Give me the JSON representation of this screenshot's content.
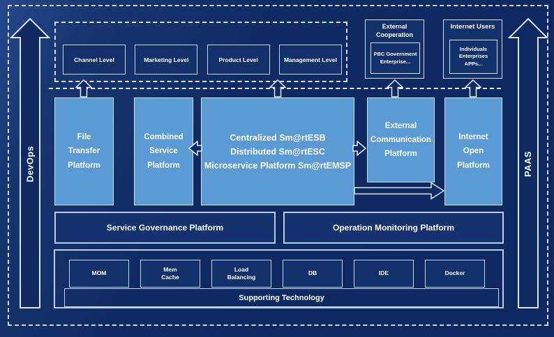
{
  "colors": {
    "background": "#0f2a63",
    "panel_fill": "#5b9bd5",
    "panel_border": "#cfe2f5",
    "dark_box_border": "#b9cde9",
    "dashed_line": "#e6edf8",
    "text": "#ffffff"
  },
  "rails": {
    "left_label": "DevOps",
    "right_label": "PAAS"
  },
  "levels": {
    "items": [
      {
        "label": "Channel Level"
      },
      {
        "label": "Marketing Level"
      },
      {
        "label": "Product Level"
      },
      {
        "label": "Management Level"
      }
    ]
  },
  "external_cooperation": {
    "title": "External\nCooperation",
    "members": "PBC Government\nEnterprise..."
  },
  "internet_users": {
    "title": "Internet Users",
    "members": "Individuals\nEnterprises\nAPPs..."
  },
  "platforms": {
    "file_transfer": "File\nTransfer\nPlatform",
    "combined_service": "Combined\nService\nPlatform",
    "esb_core": "Centralized Sm@rtESB\nDistributed Sm@rtESC\nMicroservice Platform Sm@rtEMSP",
    "external_communication": "External\nCommunication\nPlatform",
    "internet_open": "Internet\nOpen\nPlatform"
  },
  "governance": {
    "label": "Service Governance Platform"
  },
  "monitoring": {
    "label": "Operation Monitoring Platform"
  },
  "technology": {
    "items": [
      {
        "label": "MOM"
      },
      {
        "label": "Mem\nCache"
      },
      {
        "label": "Load\nBalancing"
      },
      {
        "label": "DB"
      },
      {
        "label": "IDE"
      },
      {
        "label": "Docker"
      }
    ],
    "bar_label": "Supporting Technology"
  }
}
